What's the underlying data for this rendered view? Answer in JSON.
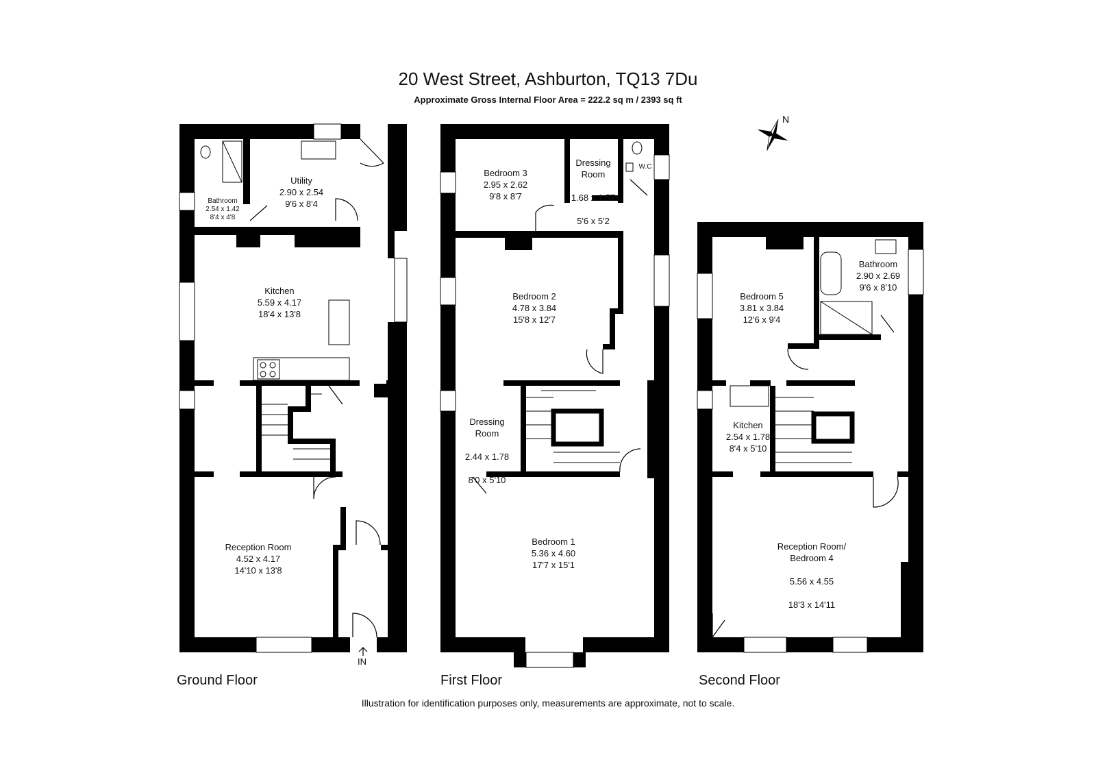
{
  "header": {
    "title": "20 West Street, Ashburton, TQ13 7Du",
    "subtitle": "Approximate Gross Internal Floor Area  = 222.2 sq m / 2393 sq ft"
  },
  "footer": {
    "disclaimer": "Illustration for identification purposes only, measurements are approximate, not to scale."
  },
  "compass": {
    "north_label": "N",
    "icon": "compass-rose-icon"
  },
  "entrance": {
    "label": "IN"
  },
  "floors": [
    {
      "name": "Ground Floor",
      "rooms": [
        {
          "name": "Bathroom",
          "metric": "2.54 x 1.42",
          "imperial": "8'4 x 4'8"
        },
        {
          "name": "Utility",
          "metric": "2.90 x 2.54",
          "imperial": "9'6 x 8'4"
        },
        {
          "name": "Kitchen",
          "metric": "5.59 x 4.17",
          "imperial": "18'4 x 13'8"
        },
        {
          "name": "Reception Room",
          "metric": "4.52 x 4.17",
          "imperial": "14'10 x 13'8"
        }
      ]
    },
    {
      "name": "First Floor",
      "rooms": [
        {
          "name": "Bedroom 3",
          "metric": "2.95 x 2.62",
          "imperial": "9'8 x 8'7"
        },
        {
          "name": "Dressing\nRoom",
          "metric": "1.68 x 1.57",
          "imperial": "5'6 x 5'2"
        },
        {
          "name": "W.C",
          "metric": "",
          "imperial": ""
        },
        {
          "name": "Bedroom 2",
          "metric": "4.78 x 3.84",
          "imperial": "15'8 x 12'7"
        },
        {
          "name": "Dressing\nRoom",
          "metric": "2.44 x 1.78",
          "imperial": "8'0 x 5'10"
        },
        {
          "name": "Bedroom 1",
          "metric": "5.36 x 4.60",
          "imperial": "17'7 x 15'1"
        }
      ]
    },
    {
      "name": "Second Floor",
      "rooms": [
        {
          "name": "Bedroom 5",
          "metric": "3.81 x 3.84",
          "imperial": "12'6 x 9'4"
        },
        {
          "name": "Bathroom",
          "metric": "2.90 x 2.69",
          "imperial": "9'6 x 8'10"
        },
        {
          "name": "Kitchen",
          "metric": "2.54 x 1.78",
          "imperial": "8'4 x 5'10"
        },
        {
          "name": "Reception Room/\nBedroom 4",
          "metric": "5.56 x 4.55",
          "imperial": "18'3 x 14'11"
        }
      ]
    }
  ]
}
